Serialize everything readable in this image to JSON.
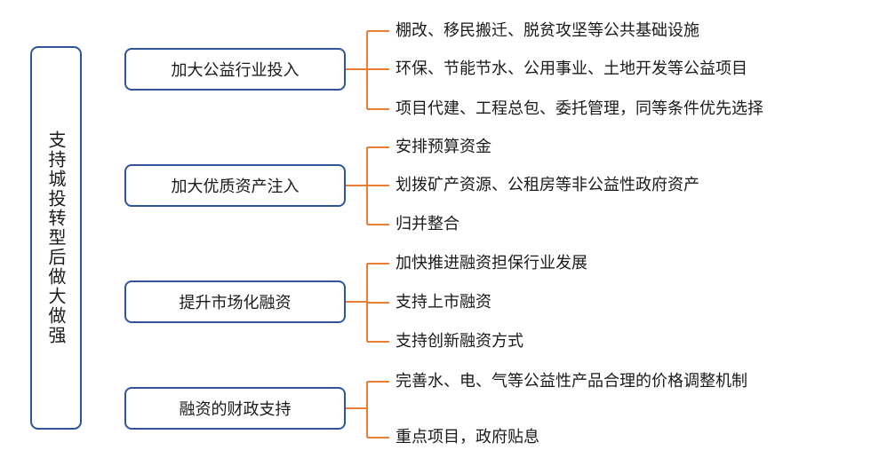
{
  "root": {
    "label": "支持城投转型后做大做强"
  },
  "colors": {
    "box_border": "#2e5597",
    "connector": "#ed7d31"
  },
  "categories": [
    {
      "label": "加大公益行业投入",
      "items": [
        "棚改、移民搬迁、脱贫攻坚等公共基础设施",
        "环保、节能节水、公用事业、土地开发等公益项目",
        "项目代建、工程总包、委托管理，同等条件优先选择"
      ]
    },
    {
      "label": "加大优质资产注入",
      "items": [
        "安排预算资金",
        "划拨矿产资源、公租房等非公益性政府资产",
        "归并整合"
      ]
    },
    {
      "label": "提升市场化融资",
      "items": [
        "加快推进融资担保行业发展",
        "支持上市融资",
        "支持创新融资方式"
      ]
    },
    {
      "label": "融资的财政支持",
      "items": [
        "完善水、电、气等公益性产品合理的价格调整机制",
        "重点项目，政府贴息"
      ]
    }
  ]
}
